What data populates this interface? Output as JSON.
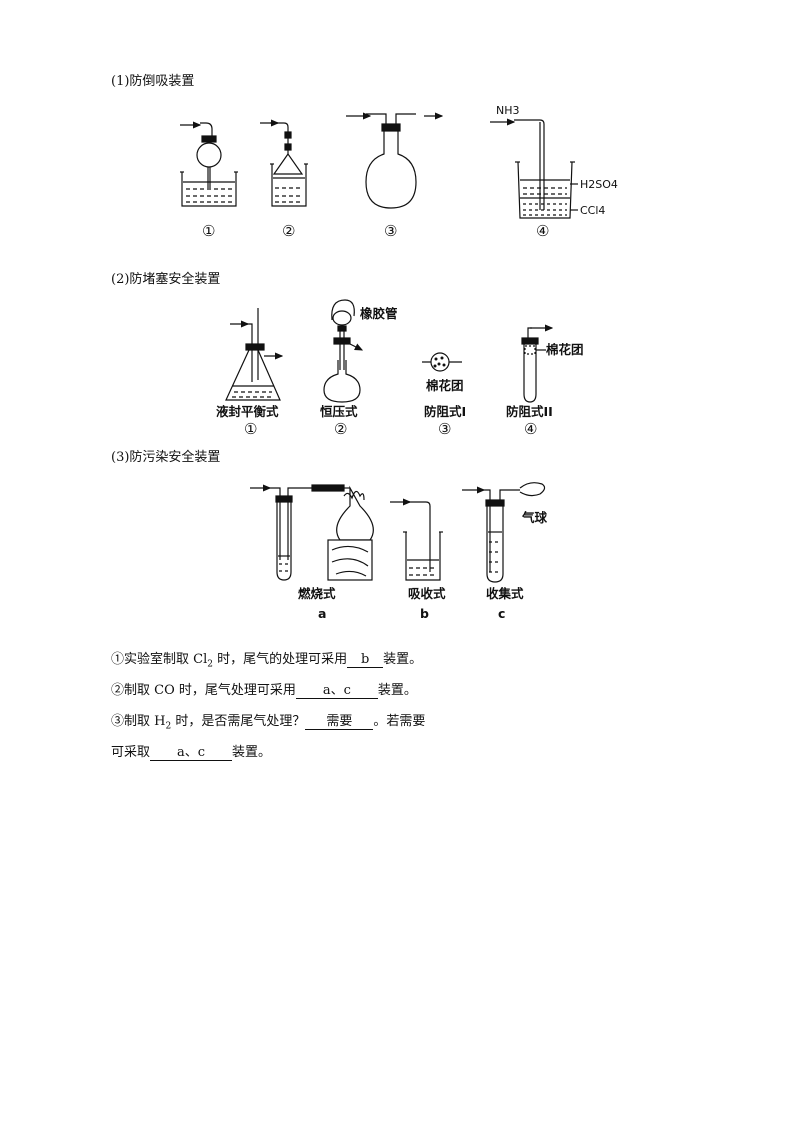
{
  "sections": [
    {
      "title": "(1)防倒吸装置"
    },
    {
      "title": "(2)防堵塞安全装置"
    },
    {
      "title": "(3)防污染安全装置"
    }
  ],
  "fig1": {
    "labels": [
      "①",
      "②",
      "③",
      "④"
    ],
    "gas": "NH3",
    "upper_layer": "H2SO4",
    "lower_layer": "CCl4"
  },
  "fig2": {
    "names": [
      "液封平衡式",
      "恒压式",
      "防阻式I",
      "防阻式II"
    ],
    "labels": [
      "①",
      "②",
      "③",
      "④"
    ],
    "rubber_tube": "橡胶管",
    "cotton": "棉花团"
  },
  "fig3": {
    "names": [
      "燃烧式",
      "吸收式",
      "收集式"
    ],
    "letters": [
      "a",
      "b",
      "c"
    ],
    "balloon": "气球"
  },
  "questions": {
    "q1_pre": "①实验室制取 Cl",
    "q1_sub": "2",
    "q1_mid": " 时，尾气的处理可采用",
    "q1_answer": "b",
    "q1_post": "装置。",
    "q2_pre": "②制取 CO 时，尾气处理可采用",
    "q2_answer": "a、c",
    "q2_post": "装置。",
    "q3_pre": "③制取 H",
    "q3_sub": "2",
    "q3_mid": " 时，是否需尾气处理？",
    "q3_answer": "需要",
    "q3_post": "。若需要",
    "q4_pre": "可采取",
    "q4_answer": "a、c",
    "q4_post": "装置。"
  }
}
